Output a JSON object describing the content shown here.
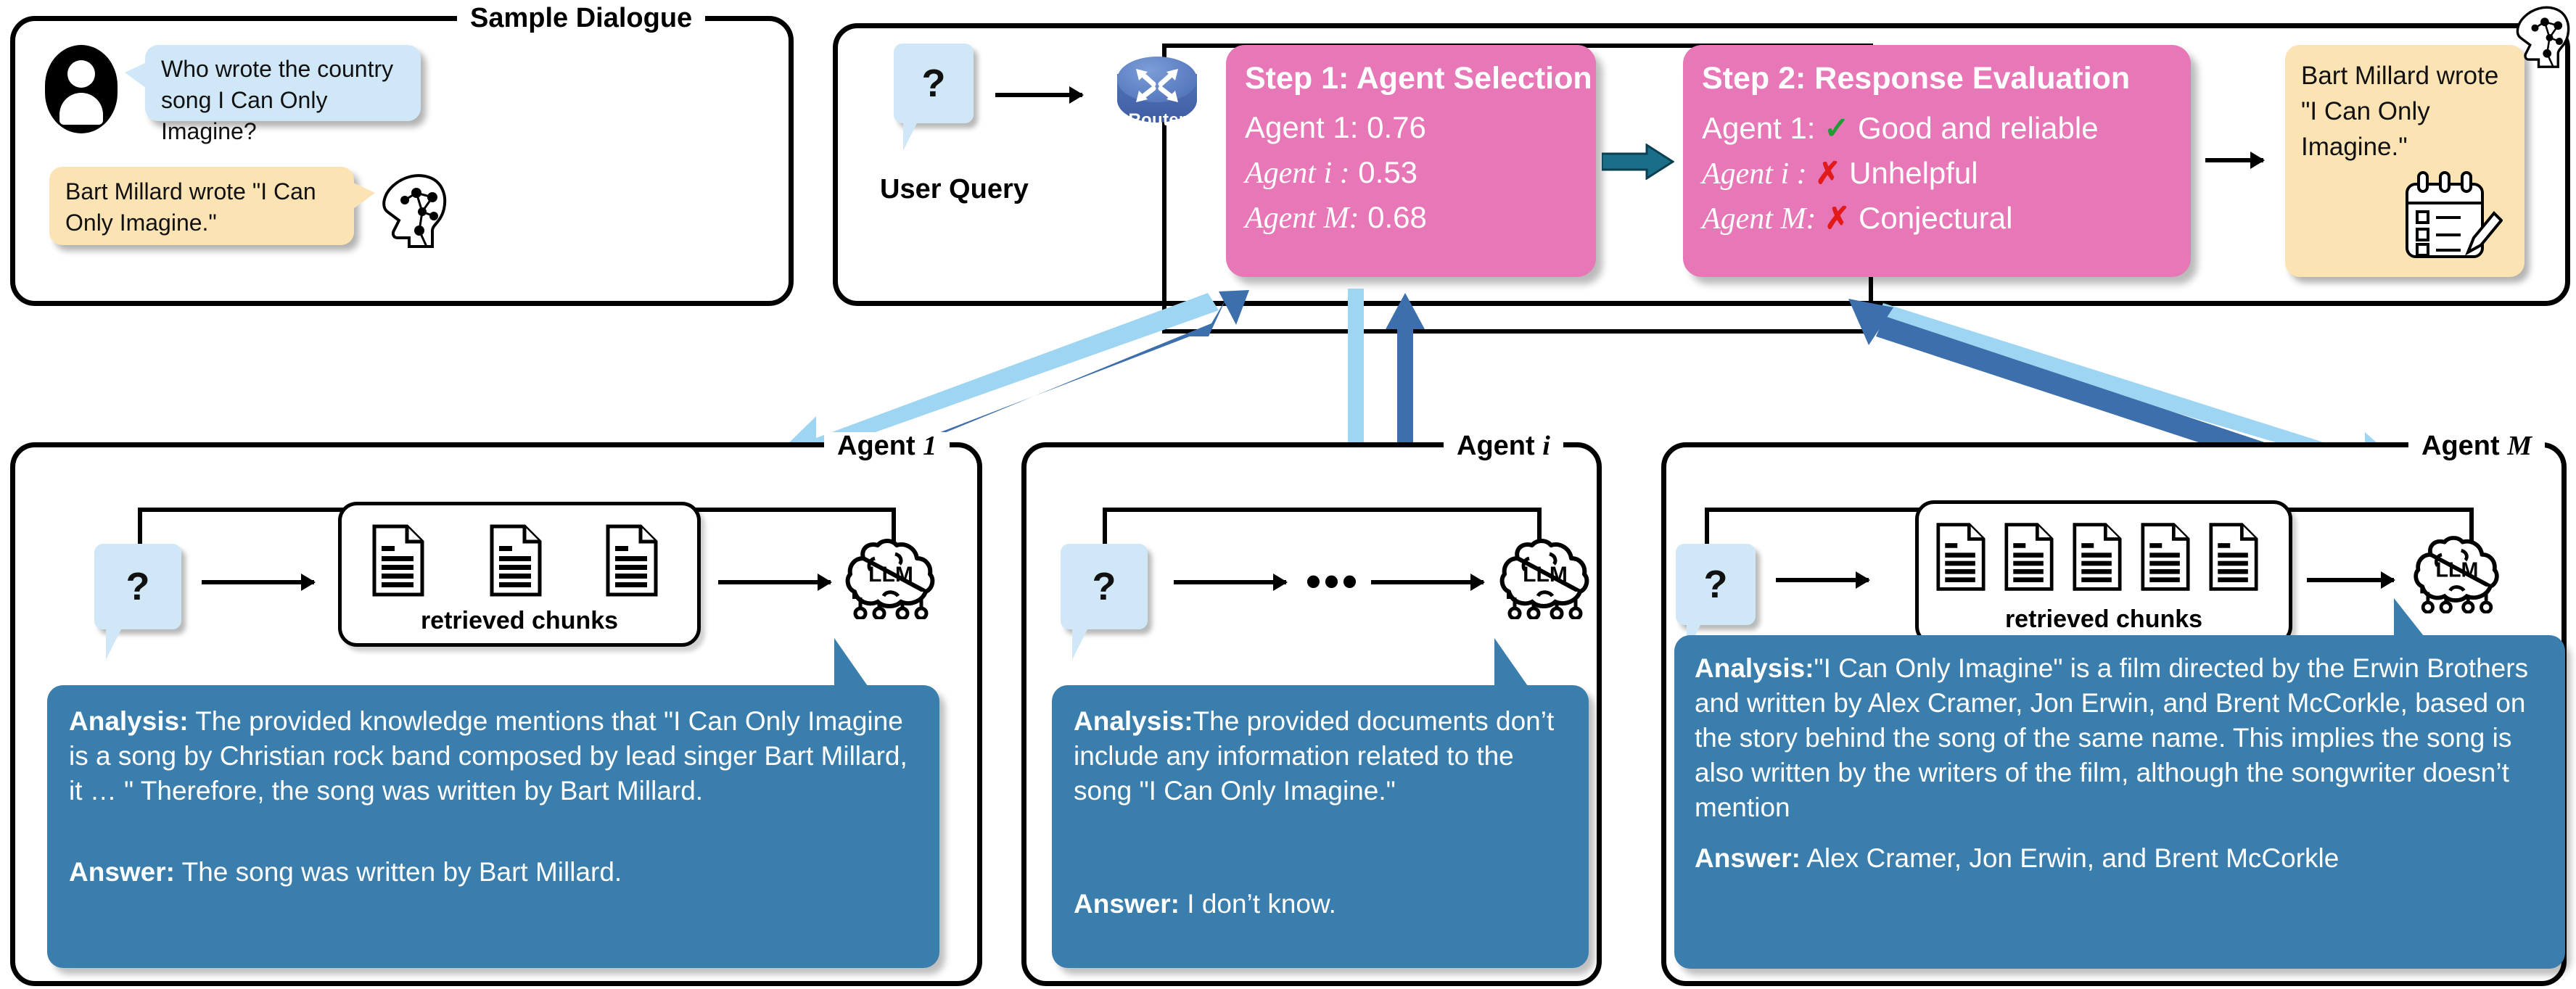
{
  "dialogue_panel": {
    "title": "Sample Dialogue",
    "user_message": "Who wrote the country song I Can Only Imagine?",
    "assistant_message": "Bart Millard wrote \"I Can Only Imagine.\""
  },
  "pipeline_panel": {
    "user_query_label": "User Query",
    "query_glyph": "?",
    "router_label": "Router",
    "step1": {
      "title": "Step 1: Agent Selection",
      "rows": [
        {
          "agent": "Agent 1:",
          "score": "0.76"
        },
        {
          "agent": "Agent i :",
          "score": "0.53"
        },
        {
          "agent": "Agent M:",
          "score": "0.68"
        }
      ]
    },
    "step2": {
      "title": "Step 2: Response Evaluation",
      "rows": [
        {
          "agent": "Agent 1:",
          "mark": "✓",
          "verdict": "Good and reliable",
          "status": "good"
        },
        {
          "agent": "Agent i :",
          "mark": "✗",
          "verdict": "Unhelpful",
          "status": "bad"
        },
        {
          "agent": "Agent M:",
          "mark": "✗",
          "verdict": "Conjectural",
          "status": "bad"
        }
      ]
    },
    "final_answer": "Bart Millard wrote \"I Can Only Imagine.\""
  },
  "agents": [
    {
      "title_prefix": "Agent",
      "title_index": "1",
      "query_glyph": "?",
      "chunks_label": "retrieved chunks",
      "chunk_count": 3,
      "llm_label": "LLM",
      "analysis_label": "Analysis:",
      "analysis_text": " The provided knowledge mentions that \"I Can Only Imagine is a song by Christian rock band composed by lead singer Bart Millard, it … \" Therefore, the song was written by Bart Millard.",
      "answer_label": "Answer:",
      "answer_text": " The song was written by Bart Millard."
    },
    {
      "title_prefix": "Agent",
      "title_index": "i",
      "query_glyph": "?",
      "chunks_label": "",
      "chunk_count": 0,
      "ellipsis": "•••",
      "llm_label": "LLM",
      "analysis_label": "Analysis:",
      "analysis_text": "The provided documents don’t include any information related to the song \"I Can Only Imagine.\"",
      "answer_label": "Answer:",
      "answer_text": " I don’t know."
    },
    {
      "title_prefix": "Agent",
      "title_index": "M",
      "query_glyph": "?",
      "chunks_label": "retrieved chunks",
      "chunk_count": 5,
      "llm_label": "LLM",
      "analysis_label": "Analysis:",
      "analysis_text": "\"I Can Only Imagine\" is a film directed by the Erwin Brothers and written by Alex Cramer, Jon Erwin, and Brent McCorkle, based on the story behind the song of the same name. This implies the song is also written by the writers of the film, although the songwriter doesn’t mention",
      "answer_label": "Answer:",
      "answer_text": " Alex Cramer, Jon Erwin, and Brent McCorkle"
    }
  ],
  "colors": {
    "pink": "#e877b7",
    "blue_bubble": "#cfe7f7",
    "cream_bubble": "#fbe3b4",
    "answer_blue": "#3a7eae",
    "arrow_light": "#9ed5f2",
    "arrow_dark": "#3c6fab",
    "router_blue": "#5273b9",
    "check_green": "#1f9c34",
    "cross_red": "#e21a1a"
  }
}
